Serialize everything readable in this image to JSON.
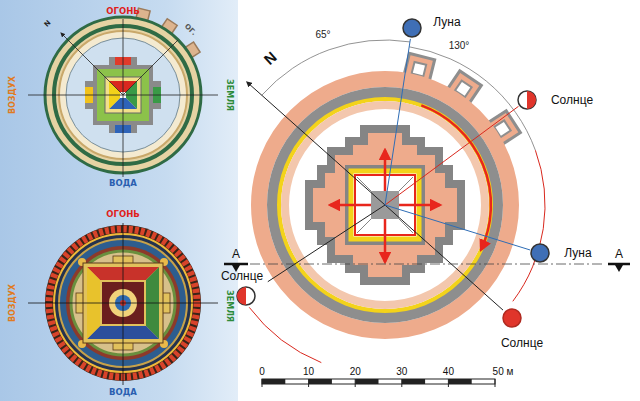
{
  "diagram": {
    "labels": [
      "ОГОНЬ",
      "ОГ.",
      "N",
      "ВОЗДУХ",
      "ЗЕМЛЯ",
      "ВОДА",
      "ОГОНЬ",
      "ВОЗДУХ",
      "ЗЕМЛЯ",
      "ВОДА",
      "N",
      "65°",
      "130°",
      "Луна",
      "Солнце",
      "Луна",
      "А",
      "А",
      "Солнце",
      "Солнце",
      "0",
      "10",
      "20",
      "30",
      "40",
      "50 м"
    ]
  }
}
